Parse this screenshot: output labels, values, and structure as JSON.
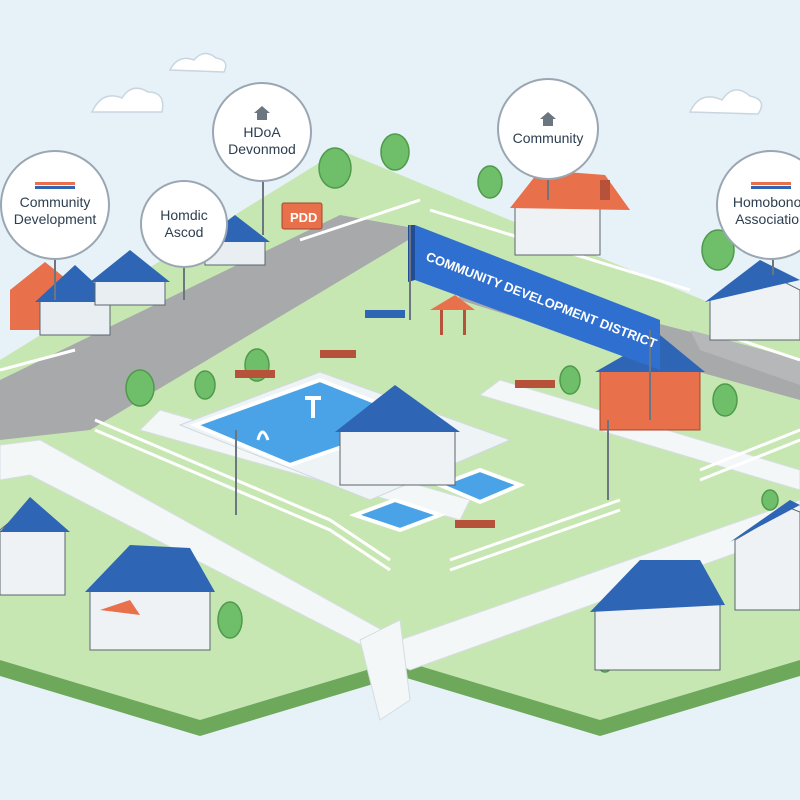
{
  "banner": {
    "text": "COMMUNITY DEVELOPMENT DISTRICT",
    "color": "#2f6fd0"
  },
  "sign": {
    "text": "PDD"
  },
  "callouts": [
    {
      "lines": [
        "Community",
        "Development"
      ],
      "icon": "flag-icon"
    },
    {
      "lines": [
        "Homdic",
        "Ascod"
      ],
      "icon": "none"
    },
    {
      "lines": [
        "HDoA",
        "Devonmod"
      ],
      "icon": "house-icon"
    },
    {
      "lines": [
        "Community"
      ],
      "icon": "house-icon"
    },
    {
      "lines": [
        "Homobonod",
        "Association"
      ],
      "icon": "flag-icon"
    }
  ],
  "colors": {
    "grass": "#bfe3a8",
    "sidewalk": "#f3f6f7",
    "road": "#a7a9ab",
    "roof_blue": "#2f65b5",
    "roof_orange": "#e8704a",
    "pool": "#4aa3e6",
    "tree": "#6fbf6a"
  }
}
